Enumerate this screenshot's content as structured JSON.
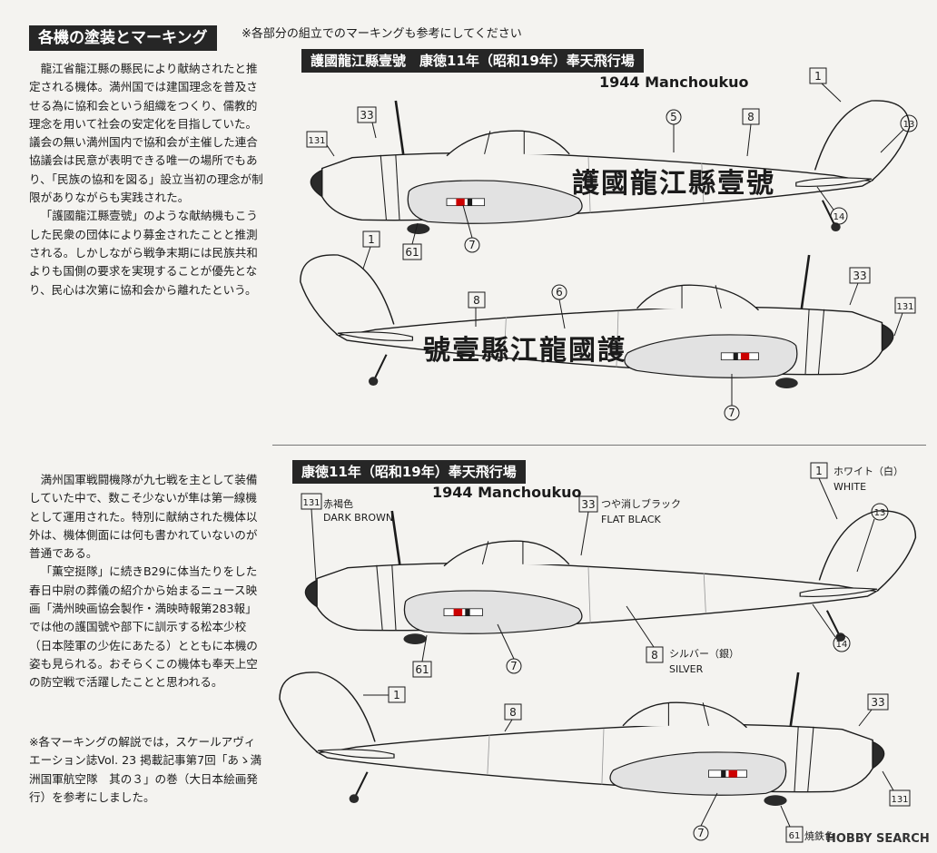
{
  "header": {
    "title": "各機の塗装とマーキング"
  },
  "note_top": "※各部分の組立でのマーキングも参考にしてください",
  "section1": {
    "title": "護國龍江縣壹號　康徳11年（昭和19年）奉天飛行場",
    "subtitle": "1944 Manchoukuo",
    "paragraphs": [
      "龍江省龍江縣の縣民により献納されたと推定される機体。満州国では建国理念を普及させる為に協和会という組織をつくり、儒教的理念を用いて社会の安定化を目指していた。議会の無い満州国内で協和会が主催した連合協議会は民意が表明できる唯一の場所でもあり、「民族の協和を図る」設立当初の理念が制限がありながらも実践された。",
      "「護國龍江縣壹號」のような献納機もこうした民衆の団体により募金されたことと推測される。しかしながら戦争末期には民族共和よりも国側の要求を実現することが優先となり、民心は次第に協和会から離れたという。"
    ],
    "plane_a": {
      "inscription": "護國龍江縣壹號",
      "callouts": [
        "1",
        "13",
        "33",
        "131",
        "5",
        "8",
        "14",
        "61",
        "7"
      ]
    },
    "plane_b": {
      "inscription": "號壹縣江龍國護",
      "callouts": [
        "1",
        "8",
        "6",
        "33",
        "131",
        "7"
      ]
    }
  },
  "section2": {
    "title": "康徳11年（昭和19年）奉天飛行場",
    "subtitle": "1944 Manchoukuo",
    "paragraphs": [
      "満州国軍戦闘機隊が九七戦を主として装備していた中で、数こそ少ないが隼は第一線機として運用された。特別に献納された機体以外は、機体側面には何も書かれていないのが普通である。",
      "「薫空挺隊」に続きB29に体当たりをした春日中尉の葬儀の紹介から始まるニュース映画「満州映画協会製作・満映時報第283報」では他の護国號や部下に訓示する松本少校（日本陸軍の少佐にあたる）とともに本機の姿も見られる。おそらくこの機体も奉天上空の防空戦で活躍したことと思われる。"
    ],
    "colors": {
      "white": {
        "num": "1",
        "jp": "ホワイト（白）",
        "en": "WHITE"
      },
      "dark_brown": {
        "num": "131",
        "jp": "赤褐色",
        "en": "DARK BROWN"
      },
      "flat_black": {
        "num": "33",
        "jp": "つや消しブラック",
        "en": "FLAT BLACK"
      },
      "silver": {
        "num": "8",
        "jp": "シルバー（銀）",
        "en": "SILVER"
      },
      "iron": {
        "num": "61",
        "jp": "焼鉄色"
      }
    },
    "plane_c": {
      "callouts": [
        "13",
        "14",
        "61",
        "7"
      ]
    },
    "plane_d": {
      "callouts": [
        "1",
        "8",
        "33",
        "131",
        "7"
      ]
    }
  },
  "footnote": "※各マーキングの解説では，スケールアヴィエーション誌Vol. 23 掲載記事第7回「あゝ満洲国軍航空隊　其の３」の巻（大日本絵画発行）を参考にしました。",
  "watermark": "HOBBY SEARCH",
  "colors_ui": {
    "header_bg": "#262626",
    "paper": "#f4f3f0",
    "line": "#1b1b1b",
    "wing_fill": "#e2e2e2"
  }
}
